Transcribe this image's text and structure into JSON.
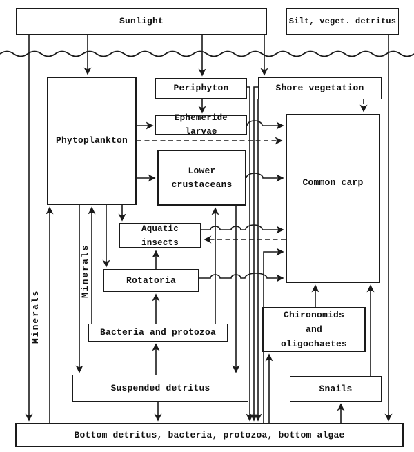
{
  "diagram": {
    "nodes": {
      "sunlight": "Sunlight",
      "silt": "Silt, veget. detritus",
      "phytoplankton": "Phytoplankton",
      "periphyton": "Periphyton",
      "shore_vegetation": "Shore vegetation",
      "ephemeride_larvae": "Ephemeride larvae",
      "lower_crustaceans": [
        "Lower",
        "crustaceans"
      ],
      "common_carp": "Common carp",
      "aquatic_insects": "Aquatic insects",
      "rotatoria": "Rotatoria",
      "bacteria_protozoa": "Bacteria and protozoa",
      "chironomids": [
        "Chironomids",
        "and",
        "oligochaetes"
      ],
      "suspended_detritus": "Suspended detritus",
      "snails": "Snails",
      "bottom_detritus": "Bottom detritus, bacteria, protozoa, bottom algae"
    },
    "flow_labels": {
      "minerals_left": "Minerals",
      "minerals_mid": "Minerals"
    },
    "colors": {
      "ink": "#1a1a1a",
      "paper": "#ffffff"
    }
  }
}
